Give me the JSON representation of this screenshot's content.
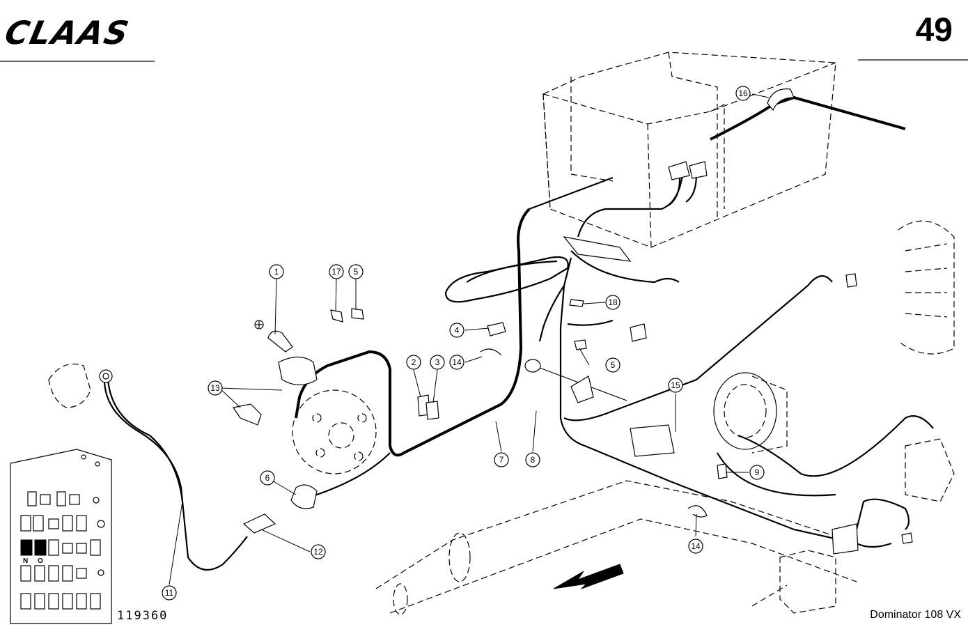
{
  "header": {
    "brand": "CLAAS",
    "page_number": "49"
  },
  "footer": {
    "drawing_number": "119360",
    "model": "Dominator 108 VX"
  },
  "fuse_panel": {
    "label_n": "N",
    "label_o": "O"
  },
  "callouts": [
    {
      "id": "1",
      "label": "1"
    },
    {
      "id": "2",
      "label": "2"
    },
    {
      "id": "3",
      "label": "3"
    },
    {
      "id": "4",
      "label": "4"
    },
    {
      "id": "5a",
      "label": "5"
    },
    {
      "id": "5b",
      "label": "5"
    },
    {
      "id": "6",
      "label": "6"
    },
    {
      "id": "7",
      "label": "7"
    },
    {
      "id": "8",
      "label": "8"
    },
    {
      "id": "9",
      "label": "9"
    },
    {
      "id": "11",
      "label": "11"
    },
    {
      "id": "12",
      "label": "12"
    },
    {
      "id": "13",
      "label": "13"
    },
    {
      "id": "14a",
      "label": "14"
    },
    {
      "id": "14b",
      "label": "14"
    },
    {
      "id": "15",
      "label": "15"
    },
    {
      "id": "16",
      "label": "16"
    },
    {
      "id": "17",
      "label": "17"
    },
    {
      "id": "18",
      "label": "18"
    }
  ]
}
